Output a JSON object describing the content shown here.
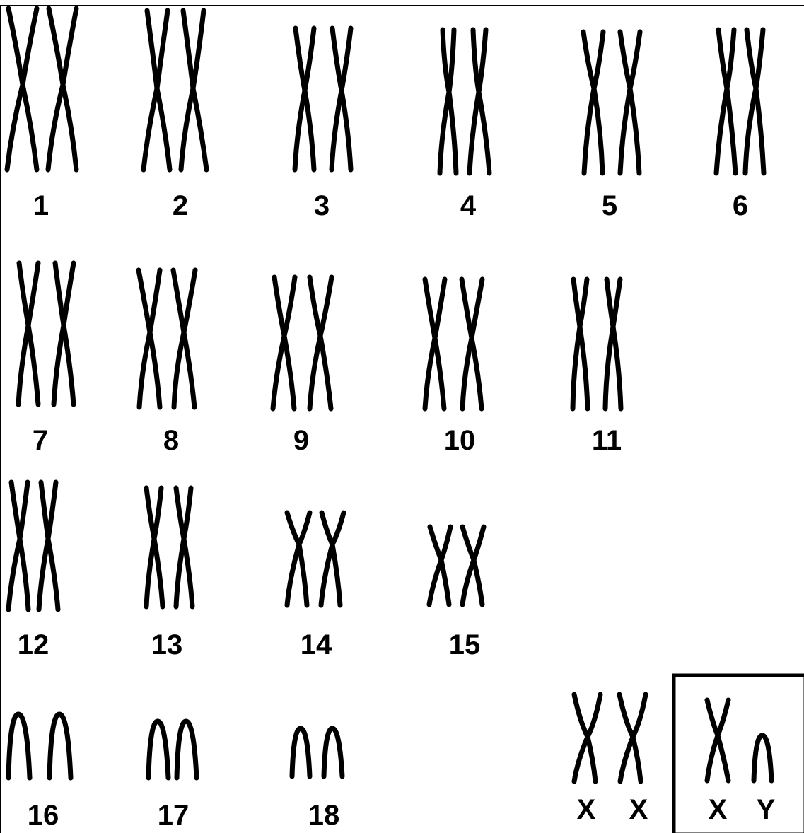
{
  "karyotype": {
    "autosomes": [
      {
        "label": "1",
        "shape": "X"
      },
      {
        "label": "2",
        "shape": "X"
      },
      {
        "label": "3",
        "shape": "X"
      },
      {
        "label": "4",
        "shape": "X"
      },
      {
        "label": "5",
        "shape": "X"
      },
      {
        "label": "6",
        "shape": "X"
      },
      {
        "label": "7",
        "shape": "X"
      },
      {
        "label": "8",
        "shape": "X"
      },
      {
        "label": "9",
        "shape": "X"
      },
      {
        "label": "10",
        "shape": "X"
      },
      {
        "label": "11",
        "shape": "X"
      },
      {
        "label": "12",
        "shape": "X"
      },
      {
        "label": "13",
        "shape": "X"
      },
      {
        "label": "14",
        "shape": "X"
      },
      {
        "label": "15",
        "shape": "X"
      },
      {
        "label": "16",
        "shape": "arch"
      },
      {
        "label": "17",
        "shape": "arch"
      },
      {
        "label": "18",
        "shape": "arch"
      }
    ],
    "sex_female": {
      "labels": [
        "X",
        "X"
      ],
      "shapes": [
        "X",
        "X"
      ]
    },
    "sex_male": {
      "labels": [
        "X",
        "Y"
      ],
      "shapes": [
        "X",
        "arch"
      ],
      "boxed": true
    }
  },
  "colors": {
    "ink": "#000000",
    "background": "#ffffff"
  }
}
